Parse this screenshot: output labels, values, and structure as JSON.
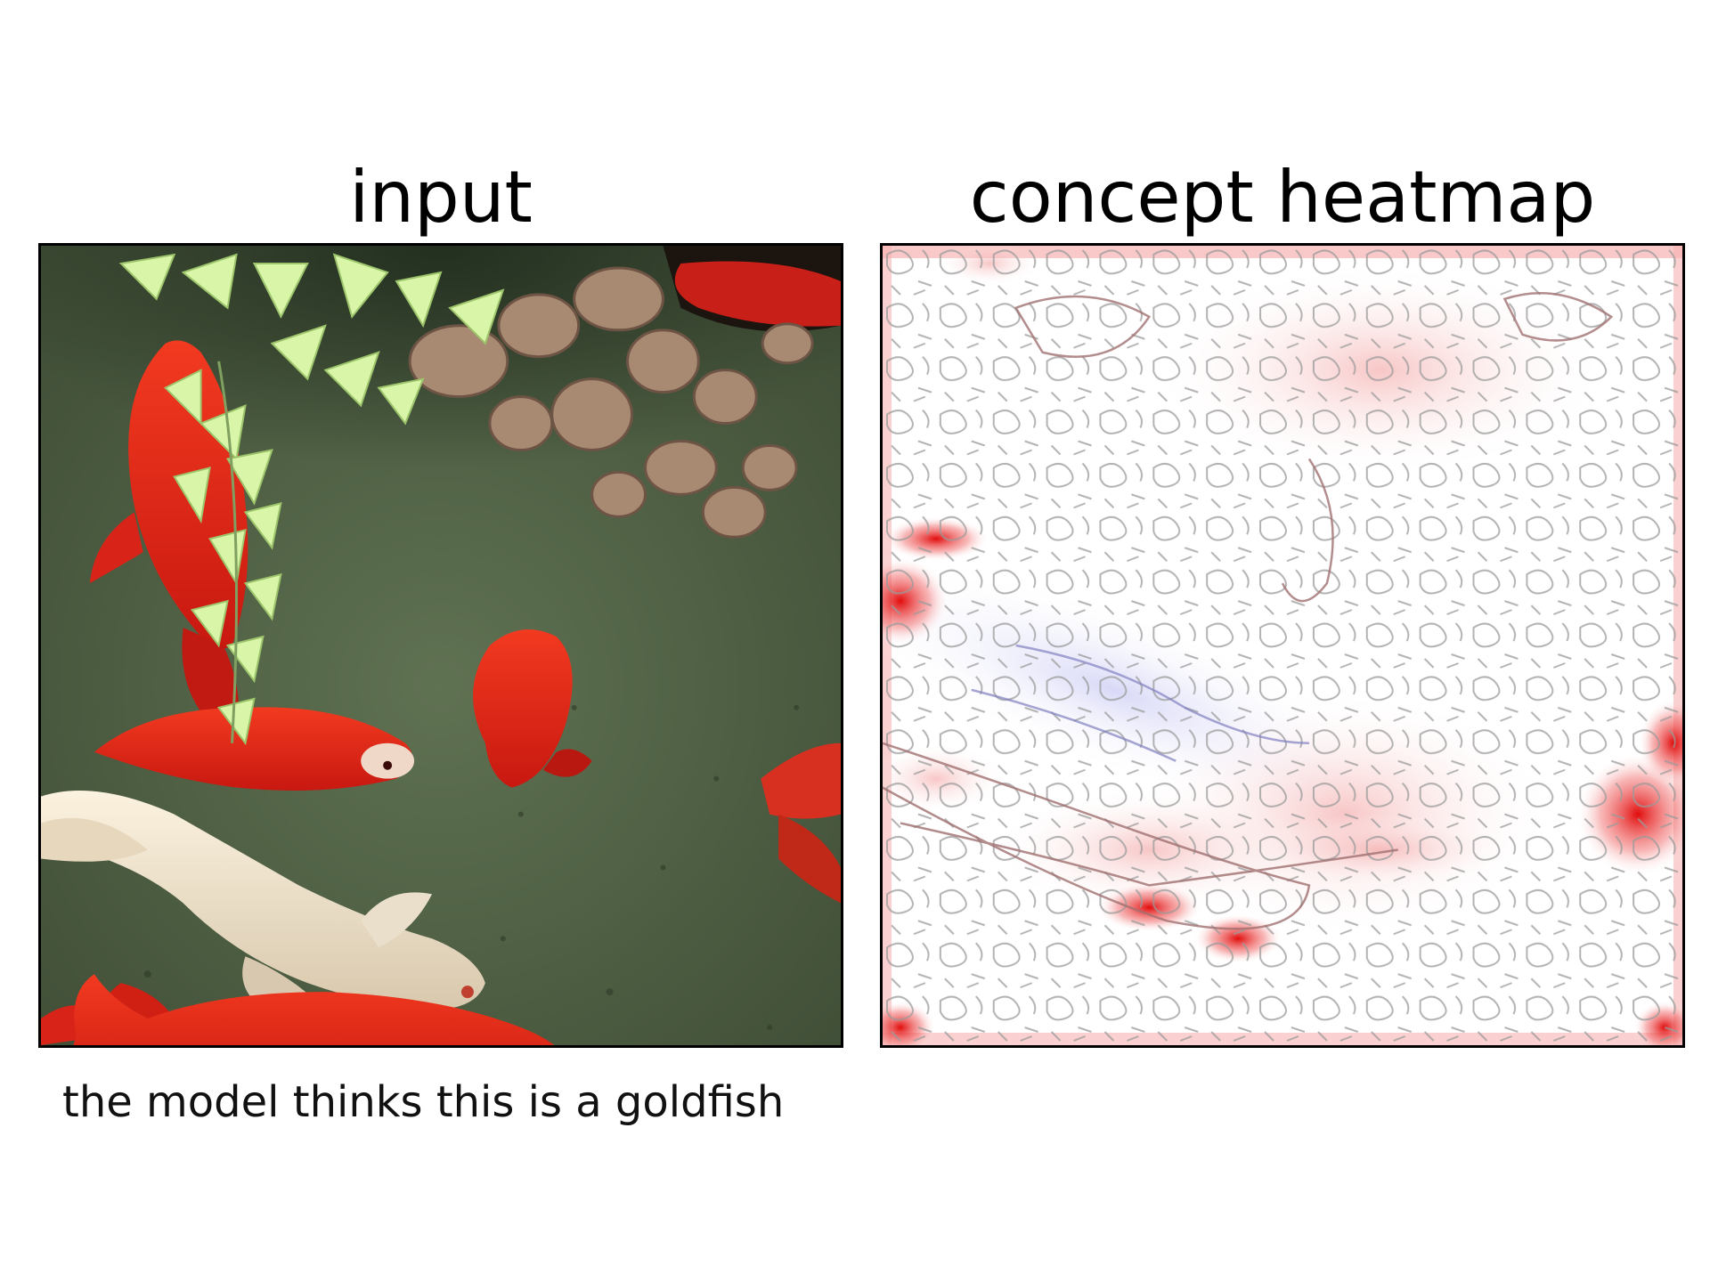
{
  "panels": [
    {
      "title": "input"
    },
    {
      "title": "concept heatmap"
    }
  ],
  "caption": "the model thinks this is a goldfish",
  "colors": {
    "pond": "#56684a",
    "fish_red": "#e8281e",
    "fish_pale": "#f2e6cf",
    "leaf_light": "#d8f5a8",
    "leaf_brown": "#a88a72",
    "heat_positive": "#e00000",
    "heat_negative": "#6060d0",
    "contour": "#8a8a8a"
  }
}
